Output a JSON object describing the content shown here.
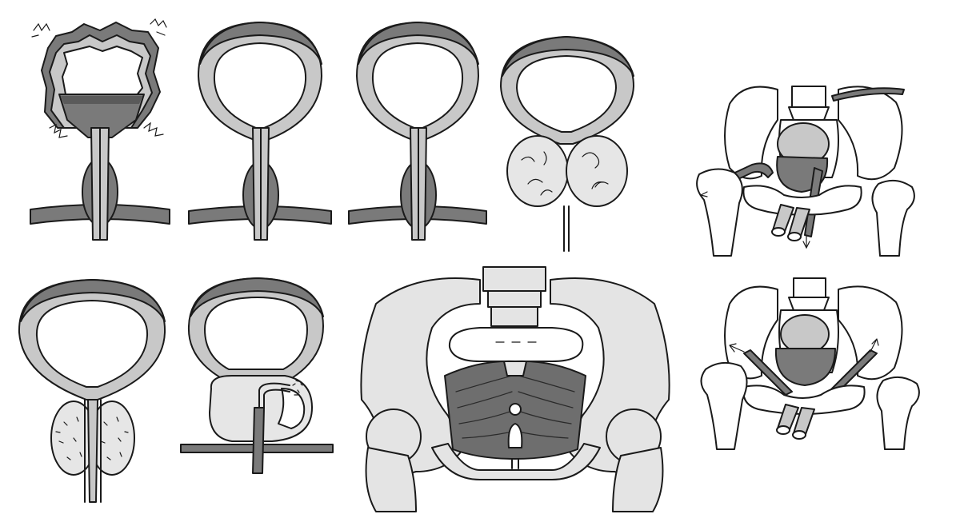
{
  "colors": {
    "outline": "#1a1a1a",
    "wall_light": "#c8c8c8",
    "wall_dark": "#7a7a7a",
    "muscle_dark": "#6e6e6e",
    "bone_fill": "#e4e4e4",
    "gland_fill": "#e6e6e6",
    "background": "#ffffff"
  },
  "panels": [
    {
      "id": "bladder-overactive",
      "icon": "bladder-contracting-icon"
    },
    {
      "id": "bladder-normal-a",
      "icon": "bladder-icon"
    },
    {
      "id": "bladder-normal-b",
      "icon": "bladder-icon"
    },
    {
      "id": "bladder-enlarged-prostate",
      "icon": "prostate-enlarged-icon"
    },
    {
      "id": "bladder-prostate-cross-section",
      "icon": "prostate-section-icon"
    },
    {
      "id": "bladder-catheter-resection",
      "icon": "catheter-icon"
    },
    {
      "id": "pelvic-floor-muscles",
      "icon": "pelvic-floor-icon"
    },
    {
      "id": "pelvis-sling-top",
      "icon": "sling-icon"
    },
    {
      "id": "pelvis-sling-bottom",
      "icon": "sling-icon"
    }
  ]
}
